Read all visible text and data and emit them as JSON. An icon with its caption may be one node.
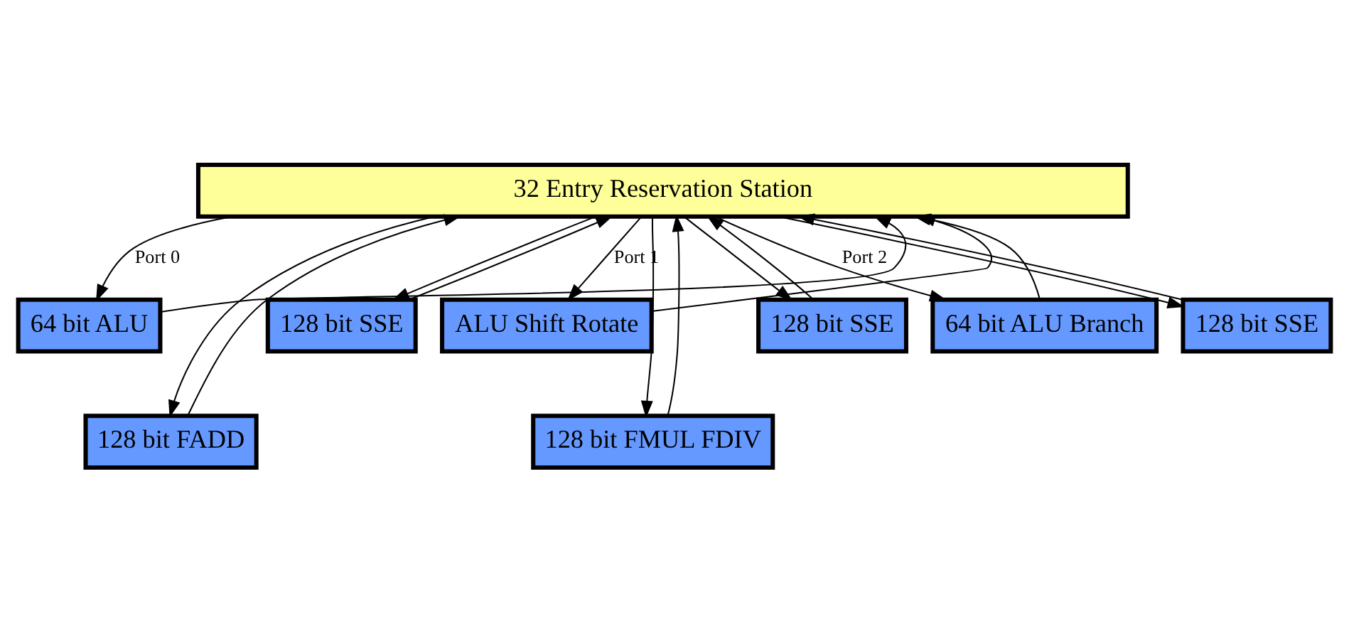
{
  "diagram": {
    "nodes": [
      {
        "text": [
          "32 Entry Reservation Station"
        ]
      },
      {
        "text": [
          "64 bit ALU"
        ]
      },
      {
        "text": [
          "128 bit FADD"
        ]
      },
      {
        "text": [
          "128 bit SSE"
        ]
      },
      {
        "text": [
          "ALU Shift Rotate"
        ]
      },
      {
        "text": [
          "128 bit FMUL FDIV"
        ]
      },
      {
        "text": [
          "128 bit SSE"
        ]
      },
      {
        "text": [
          "64 bit ALU Branch"
        ]
      },
      {
        "text": [
          "128 bit SSE"
        ]
      }
    ],
    "edges": [
      {
        "from": 0,
        "to": 1,
        "arrow": "to",
        "label": "Port 0"
      },
      {
        "from": 0,
        "to": 2,
        "arrow": "to"
      },
      {
        "from": 0,
        "to": 3,
        "arrow": "to"
      },
      {
        "from": 0,
        "to": 4,
        "arrow": "to",
        "label": "Port 1"
      },
      {
        "from": 0,
        "to": 5,
        "arrow": "to"
      },
      {
        "from": 0,
        "to": 6,
        "arrow": "to"
      },
      {
        "from": 0,
        "to": 7,
        "arrow": "to",
        "label": "Port 2"
      },
      {
        "from": 0,
        "to": 8,
        "arrow": "to"
      },
      {
        "from": 1,
        "to": 0,
        "arrow": "to"
      },
      {
        "from": 2,
        "to": 0,
        "arrow": "to"
      },
      {
        "from": 3,
        "to": 0,
        "arrow": "to"
      },
      {
        "from": 4,
        "to": 0,
        "arrow": "to"
      },
      {
        "from": 5,
        "to": 0,
        "arrow": "to"
      },
      {
        "from": 6,
        "to": 0,
        "arrow": "to"
      },
      {
        "from": 7,
        "to": 0,
        "arrow": "to"
      },
      {
        "from": 8,
        "to": 0,
        "arrow": "to"
      }
    ]
  }
}
